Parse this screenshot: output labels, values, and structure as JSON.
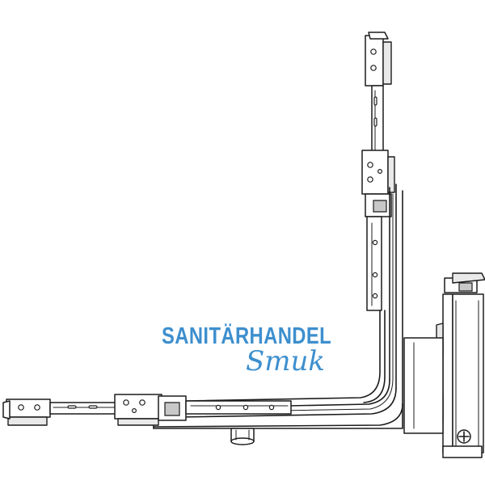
{
  "watermark": {
    "line1": "SANITÄRHANDEL",
    "line2": "Smuk",
    "color": "#3d8fce"
  },
  "drawing": {
    "subject": "window-fitting-corner-drive-technical-line-drawing",
    "line_color": "#1c1c1c",
    "background": "#ffffff"
  }
}
